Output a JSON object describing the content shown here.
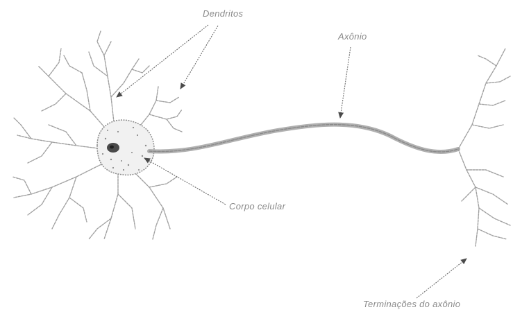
{
  "labels": {
    "dendrites": "Dendritos",
    "axon": "Axônio",
    "cell_body": "Corpo celular",
    "axon_terminals": "Terminações do axônio"
  },
  "colors": {
    "line": "#9a9a9a",
    "dark_line": "#6f6f6f",
    "nucleus": "#3a3a3a",
    "arrow": "#555555",
    "label_text": "#8a8a8a"
  },
  "icons": {
    "arrowhead": "triangle-arrowhead"
  }
}
